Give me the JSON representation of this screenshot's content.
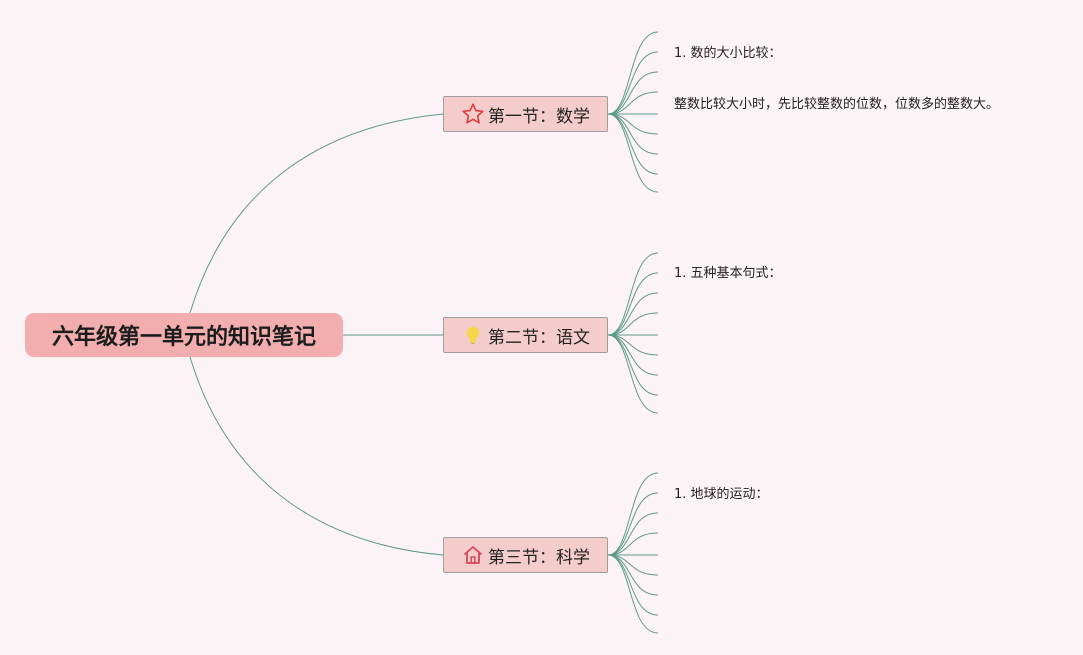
{
  "mindmap": {
    "root": {
      "label": "六年级第一单元的知识笔记"
    },
    "branches": [
      {
        "label": "第一节：数学",
        "icon": "star-icon",
        "items": [
          "1. 数的大小比较：",
          "整数比较大小时，先比较整数的位数，位数多的整数大。"
        ]
      },
      {
        "label": "第二节：语文",
        "icon": "lightbulb-icon",
        "items": [
          "1. 五种基本句式："
        ]
      },
      {
        "label": "第三节：科学",
        "icon": "home-icon",
        "items": [
          "1. 地球的运动："
        ]
      }
    ]
  },
  "colors": {
    "background": "#fbf3f5",
    "root_fill": "#f2aeae",
    "branch_fill": "#f5cccc",
    "connector": "#5e9a8a",
    "star": "#e23b3b",
    "bulb": "#f4d84a",
    "home": "#d6455a"
  }
}
